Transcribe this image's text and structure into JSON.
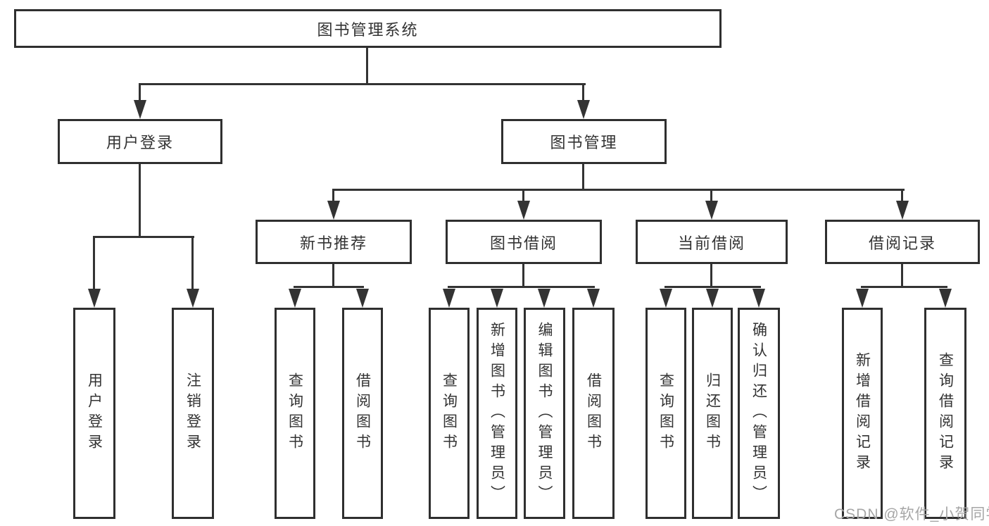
{
  "diagram": {
    "title": "图书管理系统",
    "root": {
      "label": "图书管理系统"
    },
    "level2": [
      {
        "label": "用户登录"
      },
      {
        "label": "图书管理"
      }
    ],
    "level3": [
      {
        "label": "新书推荐"
      },
      {
        "label": "图书借阅"
      },
      {
        "label": "当前借阅"
      },
      {
        "label": "借阅记录"
      }
    ],
    "leaves": {
      "user_login": [
        "用户登录",
        "注销登录"
      ],
      "new_book": [
        "查询图书",
        "借阅图书"
      ],
      "book_borrow": [
        "查询图书",
        "新增图书（管理员）",
        "编辑图书（管理员）",
        "借阅图书"
      ],
      "current_borrow": [
        "查询图书",
        "归还图书",
        "确认归还（管理员）"
      ],
      "borrow_record": [
        "新增借阅记录",
        "查询借阅记录"
      ]
    }
  },
  "watermark": {
    "text": "CSDN @软件_小贺同学"
  },
  "colors": {
    "line": "#333333",
    "border": "#2f2f2f",
    "text": "#333333",
    "background": "#ffffff",
    "watermark": "#a6a6a6"
  }
}
